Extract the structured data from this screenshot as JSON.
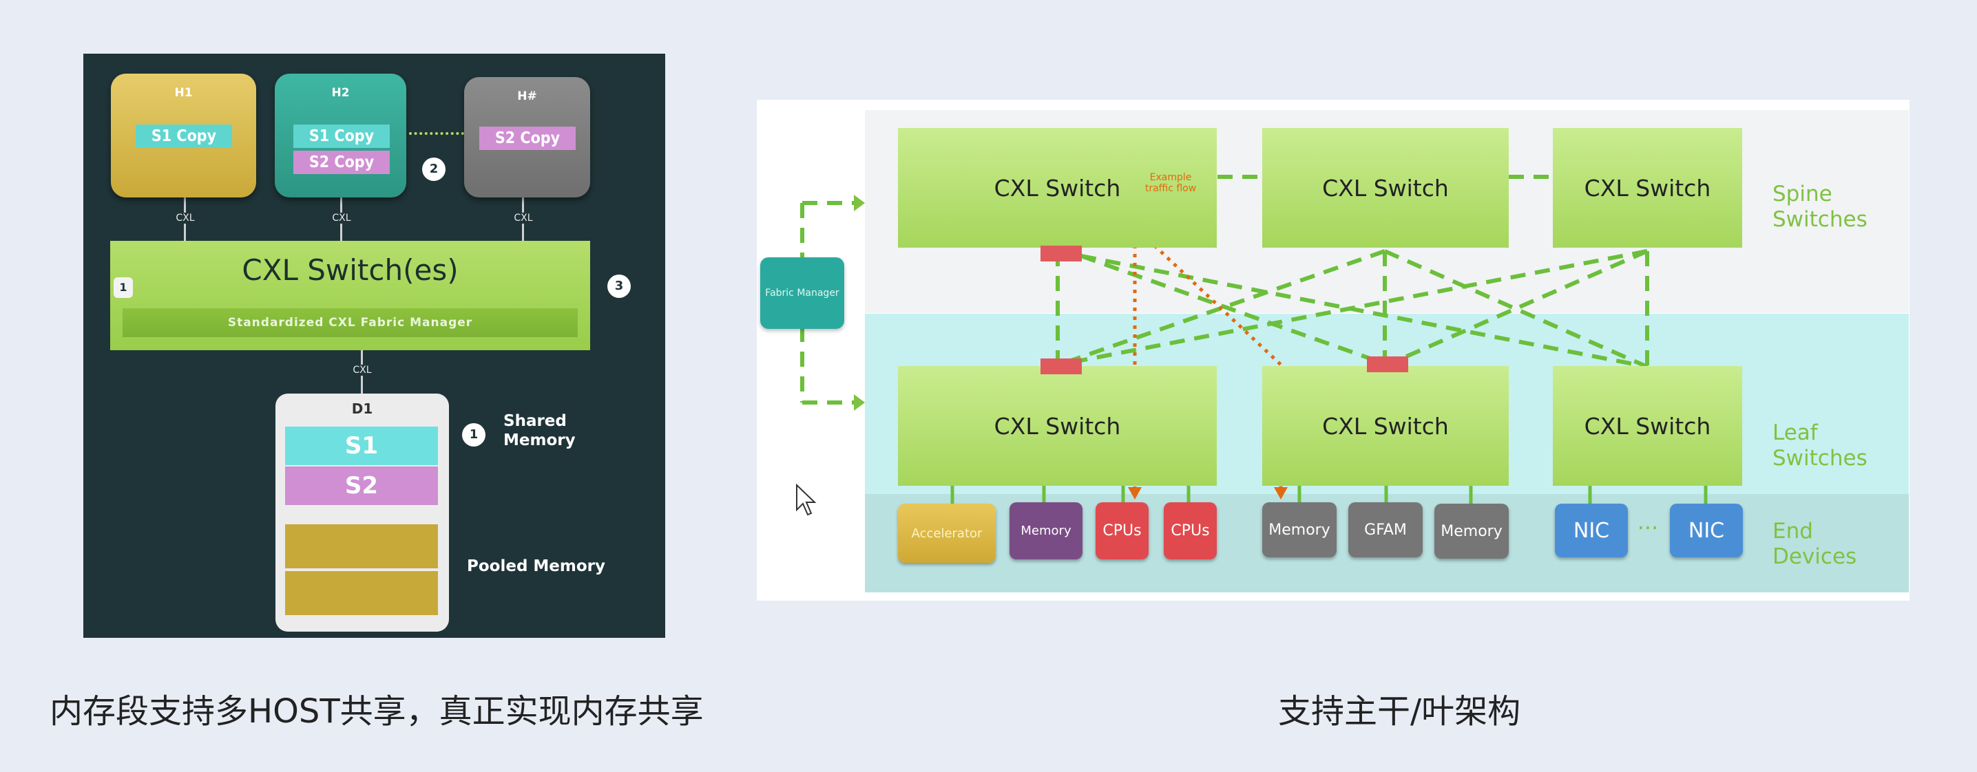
{
  "left": {
    "hosts": [
      {
        "title": "H1",
        "chips": [
          "S1 Copy"
        ]
      },
      {
        "title": "H2",
        "chips": [
          "S1 Copy",
          "S2 Copy"
        ]
      },
      {
        "title": "H#",
        "chips": [
          "S2 Copy"
        ]
      }
    ],
    "cxl_label": "CXL",
    "switch_title": "CXL Switch(es)",
    "fabric_manager": "Standardized CXL Fabric Manager",
    "badges": {
      "one": "1",
      "two": "2",
      "three": "3"
    },
    "device": {
      "title": "D1",
      "segments": [
        "S1",
        "S2"
      ]
    },
    "shared_memory": "Shared Memory",
    "pooled_memory": "Pooled Memory"
  },
  "right": {
    "fabric_manager": "Fabric Manager",
    "switch_label": "CXL Switch",
    "example_flow": "Example traffic flow",
    "bands": {
      "spine": "Spine Switches",
      "leaf": "Leaf Switches",
      "end": "End Devices"
    },
    "devices": [
      "Accelerator",
      "Memory",
      "CPUs",
      "CPUs",
      "Memory",
      "GFAM",
      "Memory",
      "NIC",
      "NIC"
    ],
    "dots": "···"
  },
  "captions": {
    "left": "内存段支持多HOST共享，真正实现内存共享",
    "right": "支持主干/叶架构"
  },
  "colors": {
    "panel_dark": "#1f3438",
    "switch_green": "#a6d65c",
    "label_green": "#7fc241",
    "flow_orange": "#e06a10",
    "link_green": "#6bbf3a",
    "accent_red": "#e05a5d"
  }
}
